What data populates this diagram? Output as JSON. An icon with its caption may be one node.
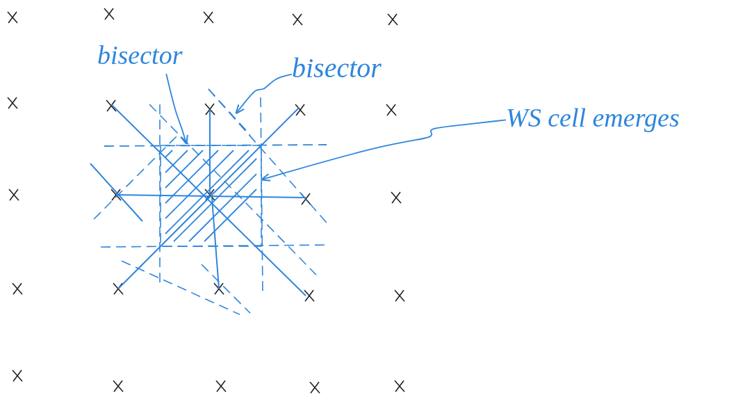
{
  "diagram": {
    "nodes": [
      {
        "text": [
          "bisector"
        ]
      },
      {
        "text": [
          "bisector"
        ]
      },
      {
        "text": [
          "WS cell emerges"
        ]
      },
      {
        "text": [],
        "shape": "line"
      },
      {
        "text": [],
        "shape": "line"
      },
      {
        "text": [],
        "shape": "box"
      }
    ],
    "edges": [
      {
        "from": 0,
        "to": 3,
        "arrow": "to"
      },
      {
        "from": 1,
        "to": 4,
        "arrow": "to"
      },
      {
        "from": 2,
        "to": 5,
        "arrow": "to"
      }
    ]
  }
}
